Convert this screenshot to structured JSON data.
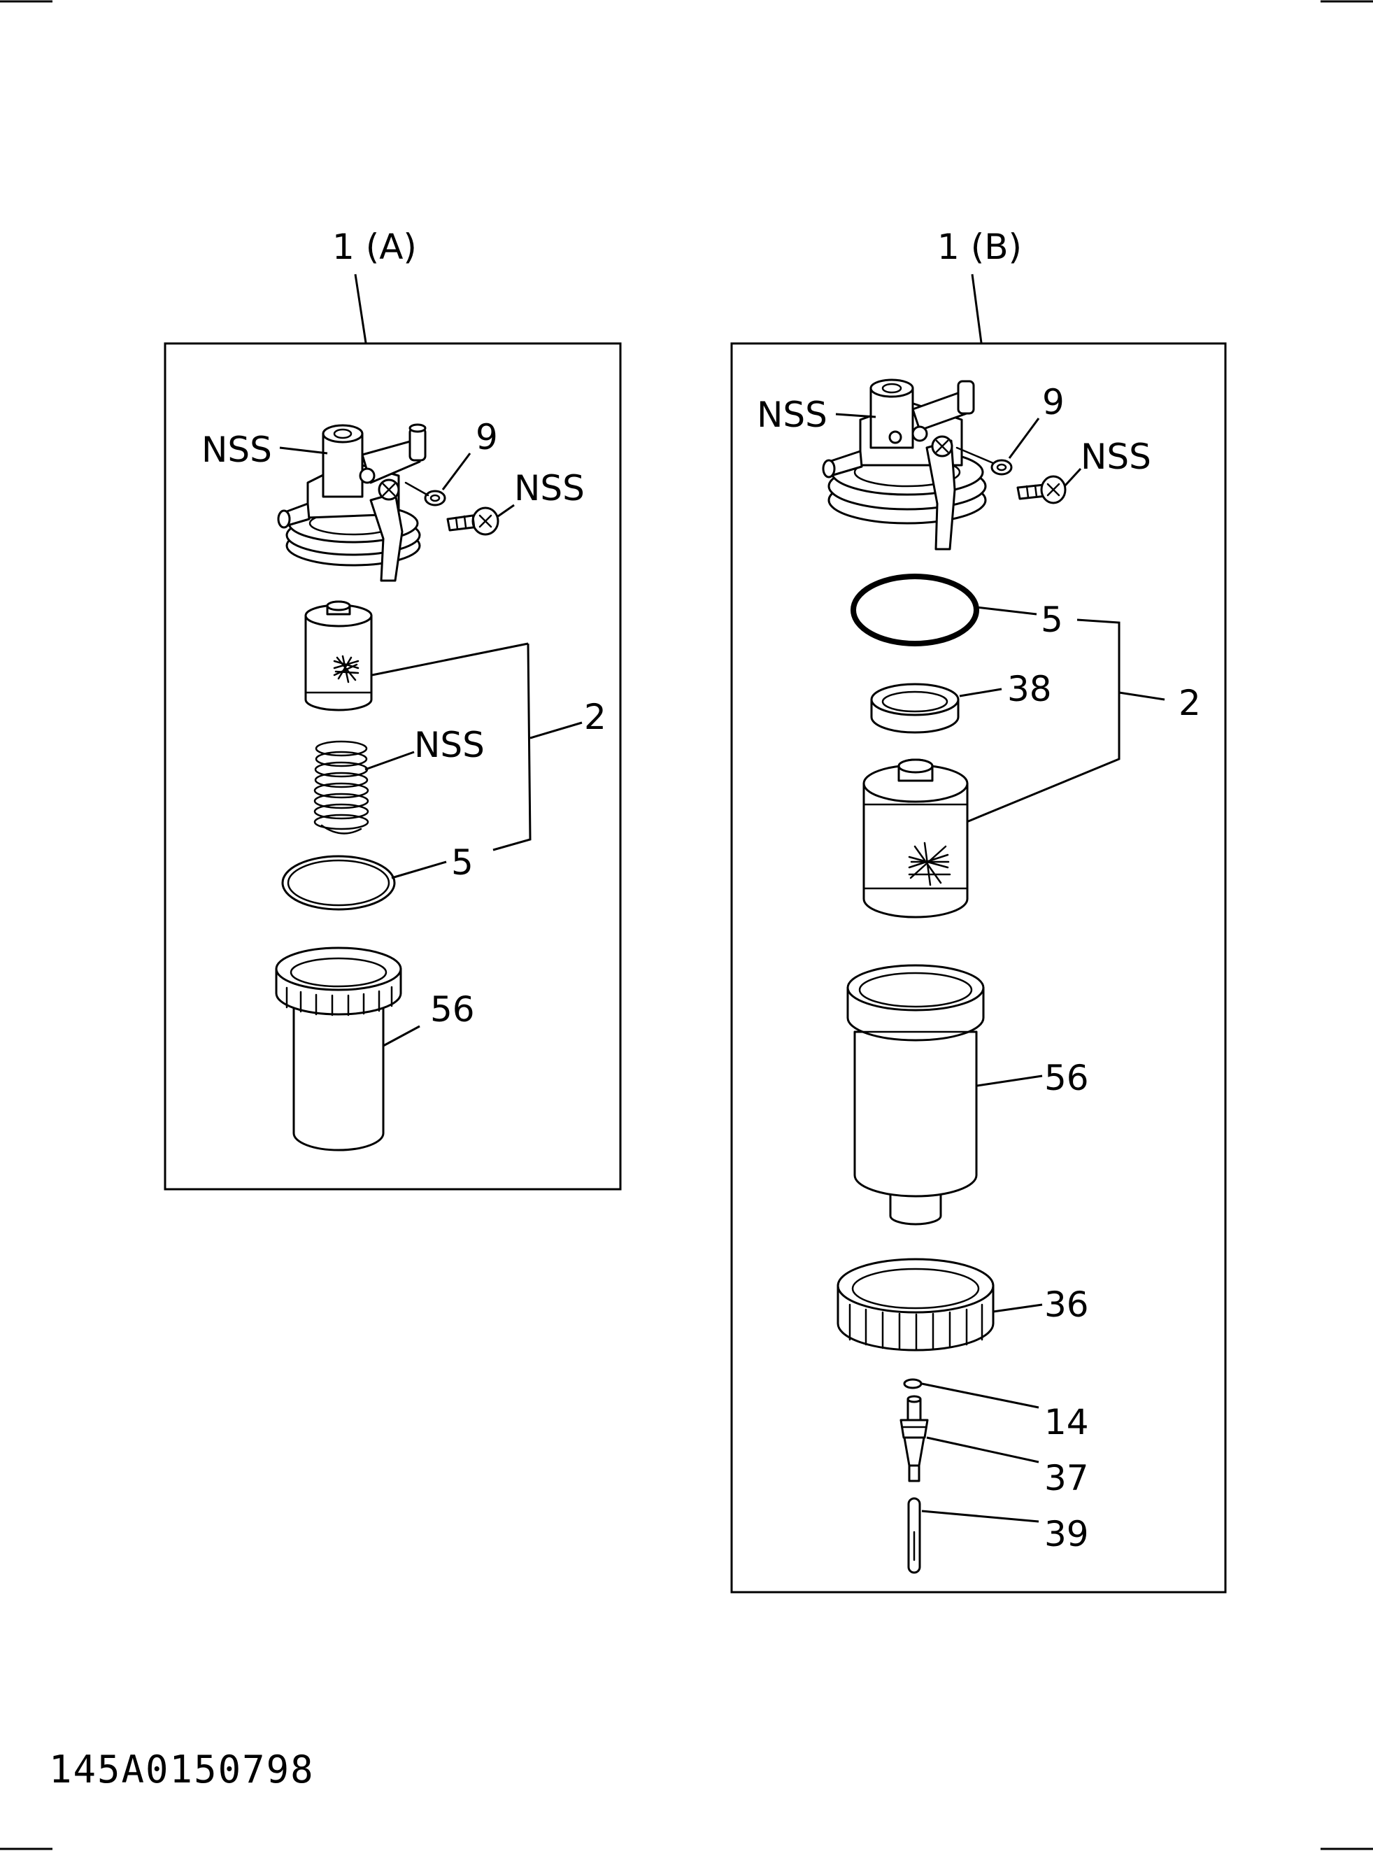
{
  "drawing_code": "145A0150798",
  "panel_a": {
    "title": "1 (A)",
    "labels": {
      "head_nss": "NSS",
      "washer": "9",
      "screw_nss": "NSS",
      "kit": "2",
      "spring_nss": "NSS",
      "oring": "5",
      "bowl": "56"
    }
  },
  "panel_b": {
    "title": "1 (B)",
    "labels": {
      "head_nss": "NSS",
      "washer": "9",
      "screw_nss": "NSS",
      "oring": "5",
      "ring": "38",
      "kit": "2",
      "bowl": "56",
      "nut": "36",
      "seal": "14",
      "drain_plug": "37",
      "pin": "39"
    }
  }
}
